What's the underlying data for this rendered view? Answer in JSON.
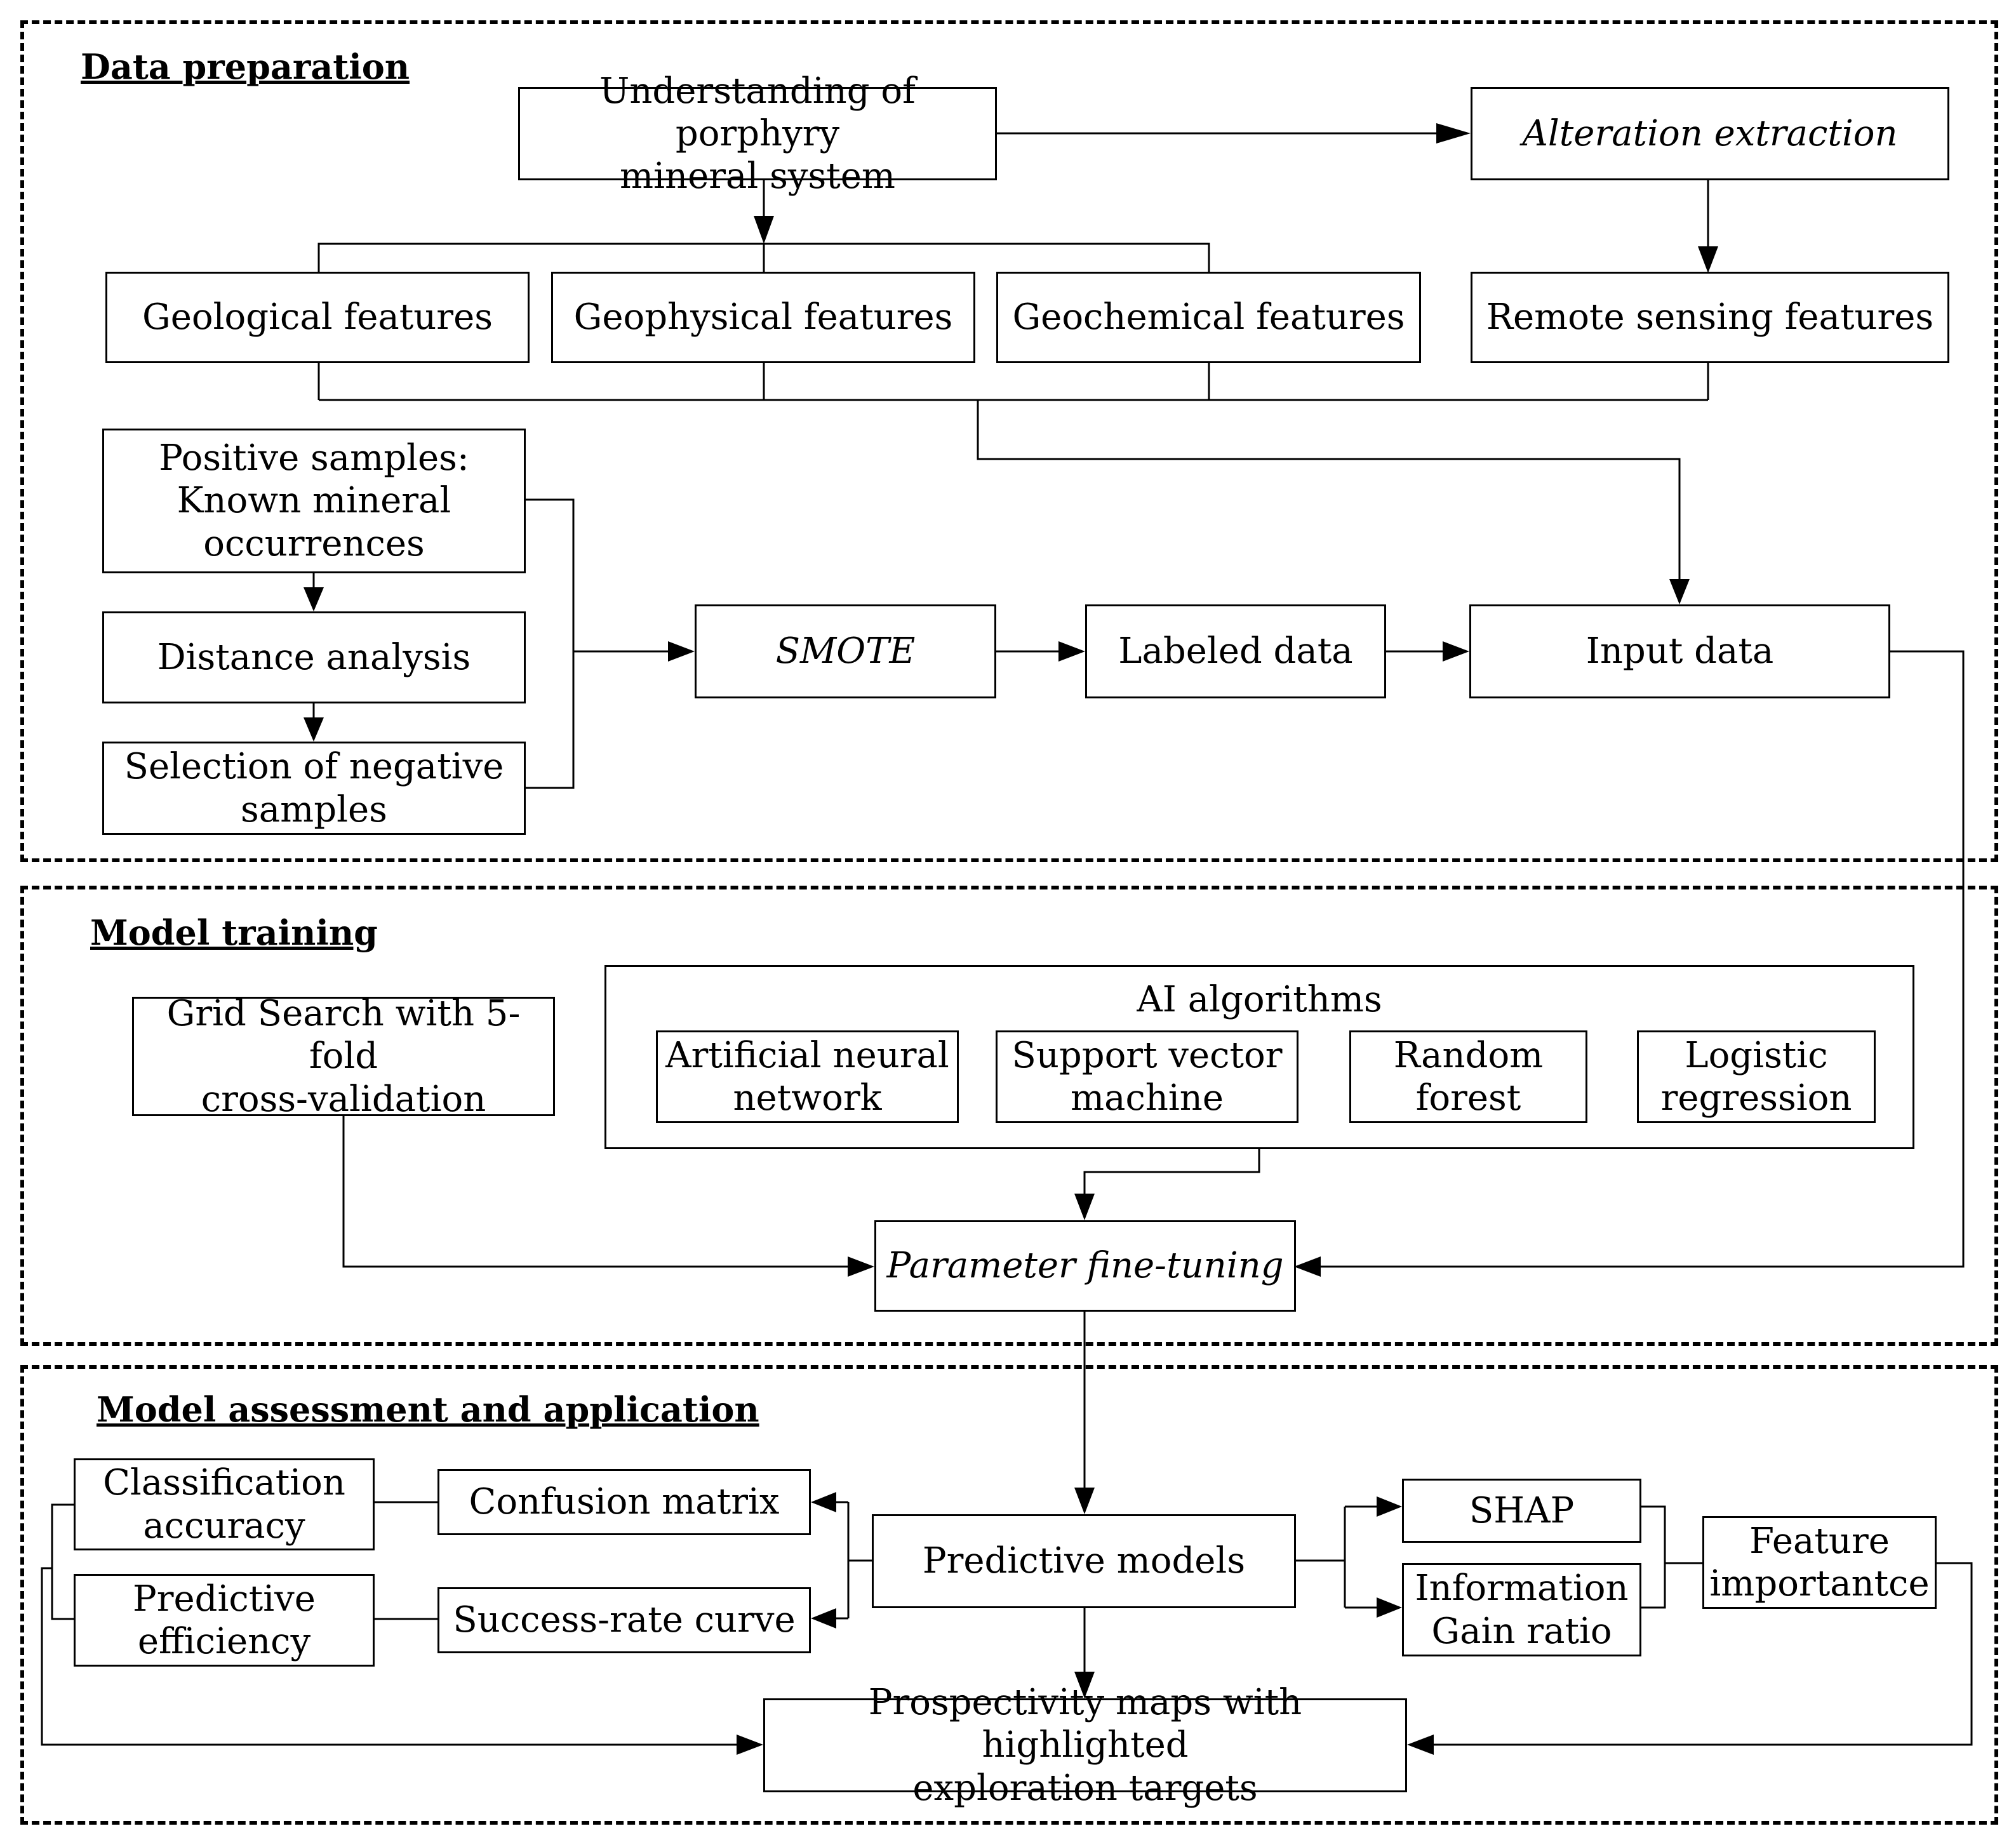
{
  "sections": {
    "data_preparation": "Data preparation",
    "model_training": "Model training",
    "model_assessment": "Model assessment and application"
  },
  "nodes": {
    "understanding": "Understanding of porphyry\nmineral system",
    "alteration": "Alteration extraction",
    "geological": "Geological features",
    "geophysical": "Geophysical features",
    "geochemical": "Geochemical features",
    "remote_sensing": "Remote sensing features",
    "positive_samples": "Positive samples:\nKnown mineral\noccurrences",
    "distance_analysis": "Distance analysis",
    "negative_samples": "Selection of negative\nsamples",
    "smote": "SMOTE",
    "labeled_data": "Labeled data",
    "input_data": "Input data",
    "grid_search": "Grid Search with 5-fold\ncross-validation",
    "ai_algorithms": "AI algorithms",
    "ann": "Artificial neural\nnetwork",
    "svm": "Support vector\nmachine",
    "rf": "Random\nforest",
    "lr": "Logistic\nregression",
    "param_tuning": "Parameter fine-tuning",
    "classification_accuracy": "Classification\naccuracy",
    "confusion_matrix": "Confusion matrix",
    "predictive_efficiency": "Predictive\nefficiency",
    "success_rate": "Success-rate curve",
    "predictive_models": "Predictive models",
    "shap": "SHAP",
    "info_gain": "Information\nGain ratio",
    "feature_importance": "Feature\nimportantce",
    "prospectivity_maps": "Prospectivity maps with highlighted\nexploration targets"
  }
}
